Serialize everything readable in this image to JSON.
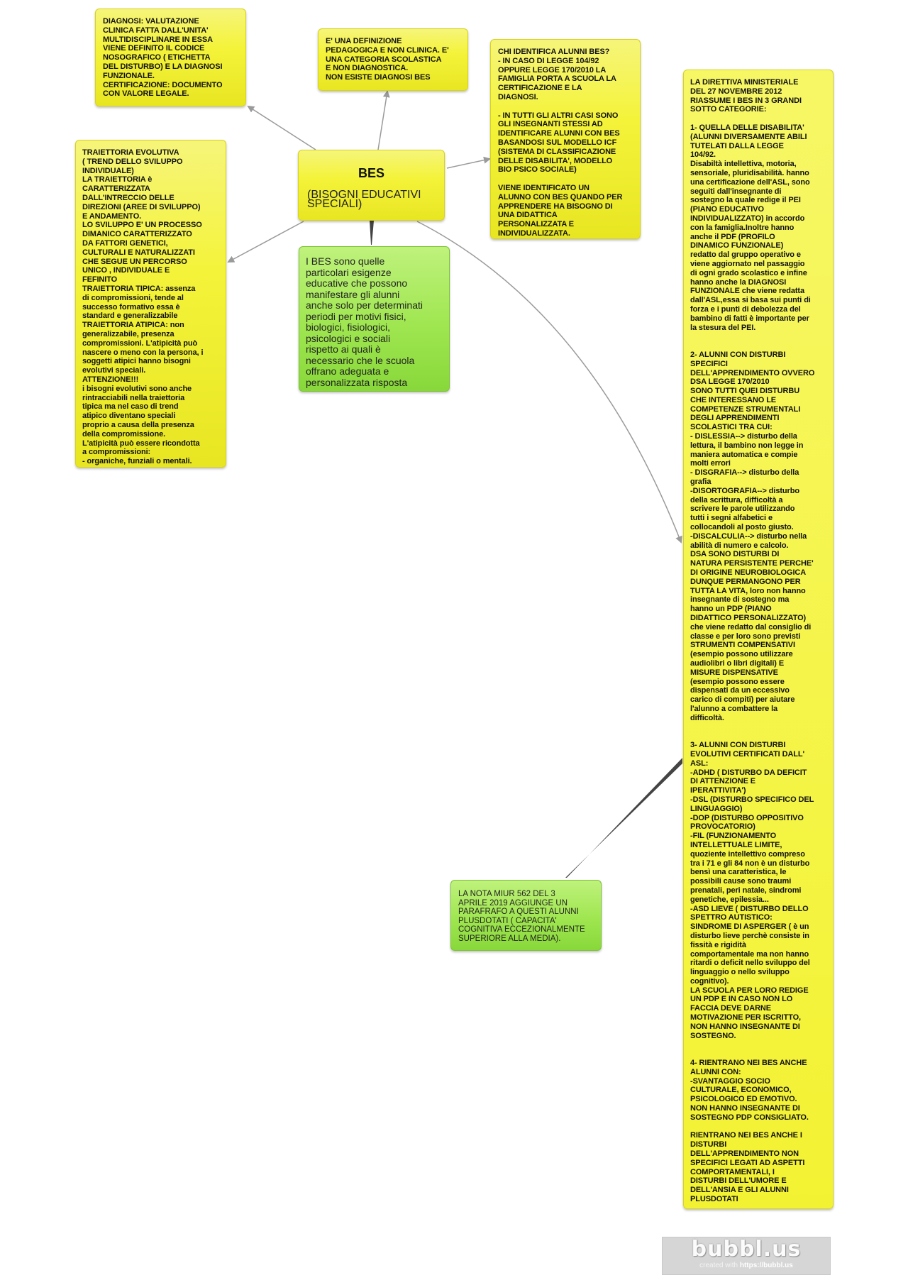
{
  "app": {
    "watermark_logo": "bubbl.us",
    "watermark_created": "created with",
    "watermark_url": "https://bubbl.us"
  },
  "colors": {
    "yellow_node": "#f4f33a",
    "green_node": "#9fe650",
    "link": "#9a9a9a",
    "link_dark": "#444444"
  },
  "nodes": {
    "central": {
      "title": "BES",
      "subtitle": "(BISOGNI EDUCATIVI\nSPECIALI)"
    },
    "diagnosi": {
      "text": "DIAGNOSI: VALUTAZIONE\nCLINICA FATTA DALL'UNITA'\nMULTIDISCIPLINARE  IN ESSA\nVIENE DEFINITO IL CODICE\nNOSOGRAFICO ( ETICHETTA\nDEL DISTURBO) E LA DIAGNOSI\nFUNZIONALE.\nCERTIFICAZIONE: DOCUMENTO\nCON VALORE LEGALE."
    },
    "definizione": {
      "text": "E' UNA DEFINIZIONE\nPEDAGOGICA E NON CLINICA. E'\nUNA CATEGORIA SCOLASTICA\nE NON DIAGNOSTICA.\nNON ESISTE DIAGNOSI BES"
    },
    "chi_identifica": {
      "text": "CHI IDENTIFICA ALUNNI BES?\n- IN CASO DI LEGGE 104/92\nOPPURE LEGGE 170/2010 LA\nFAMIGLIA PORTA A SCUOLA LA\nCERTIFICAZIONE E LA\nDIAGNOSI.\n\n- IN TUTTI GLI ALTRI CASI SONO\nGLI INSEGNANTI STESSI AD\nIDENTIFICARE ALUNNI CON BES\nBASANDOSI SUL MODELLO ICF\n(SISTEMA DI CLASSIFICAZIONE\nDELLE DISABILITA', MODELLO\nBIO PSICO SOCIALE)\n\nVIENE IDENTIFICATO UN\nALUNNO CON BES QUANDO PER\nAPPRENDERE HA BISOGNO DI\nUNA DIDATTICA\nPERSONALIZZATA E\nINDIVIDUALIZZATA."
    },
    "traiettoria": {
      "text": "TRAIETTORIA EVOLUTIVA\n( TREND DELLO SVILUPPO\nINDIVIDUALE)\nLA TRAIETTORIA  è\nCARATTERIZZATA\nDALL'INTRECCIO DELLE\nDIREZIONI (AREE DI SVILUPPO)\nE ANDAMENTO.\nLO SVILUPPO E' UN PROCESSO\nDIMANICO CARATTERIZZATO\nDA FATTORI GENETICI,\nCULTURALI E NATURALIZZATI\nCHE SEGUE UN PERCORSO\nUNICO , INDIVIDUALE E\nFEFINITO\nTRAIETTORIA TIPICA: assenza\ndi compromissioni, tende al\nsuccesso formativo essa è\nstandard e generalizzabile\nTRAIETTORIA ATIPICA: non\ngeneralizzabile, presenza\ncompromissioni. L'atipicità può\nnascere o meno con la persona, i\nsoggetti atipici hanno bisogni\nevolutivi speciali.\nATTENZIONE!!!\ni bisogni evolutivi sono anche\nrintracciabili nella traiettoria\ntipica ma nel caso di trend\natipico diventano speciali\nproprio a causa della presenza\ndella compromissione.\nL'atipicità può essere ricondotta\na compromissioni:\n- organiche, funziali o mentali."
    },
    "definizione_bes": {
      "text": "I BES sono quelle\nparticolari esigenze\neducative che possono\nmanifestare gli alunni\nanche solo per determinati\nperiodi per motivi fisici,\nbiologici, fisiologici,\npsicologici e sociali\nrispetto ai quali è\nnecessario che le scuola\noffrano adeguata e\npersonalizzata risposta"
    },
    "direttiva": {
      "text": "LA DIRETTIVA MINISTERIALE\nDEL 27 NOVEMBRE 2012\nRIASSUME I BES IN 3 GRANDI\nSOTTO CATEGORIE:\n\n1- QUELLA DELLE DISABILITA'\n(ALUNNI DIVERSAMENTE ABILI\nTUTELATI DALLA LEGGE\n104/92.\nDisabiltà intellettiva, motoria,\nsensoriale, pluridisabilità. hanno\nuna certificazione dell'ASL, sono\nseguiti dall'insegnante di\nsostegno la quale redige il PEI\n(PIANO EDUCATIVO\nINDIVIDUALIZZATO) in accordo\ncon la famiglia.Inoltre hanno\nanche il PDF (PROFILO\nDINAMICO FUNZIONALE)\nredatto dal gruppo operativo e\nviene aggiornato nel passaggio\ndi ogni grado scolastico e infine\nhanno anche la DIAGNOSI\nFUNZIONALE che viene redatta\ndall'ASL,essa si basa sui punti di\nforza e i punti di debolezza del\nbambino di fatti è importante per\nla stesura del PEI.\n\n\n2- ALUNNI CON DISTURBI\nSPECIFICI\nDELL'APPRENDIMENTO OVVERO\nDSA LEGGE 170/2010\nSONO TUTTI QUEI DISTURBU\nCHE INTERESSANO LE\nCOMPETENZE STRUMENTALI\nDEGLI APPRENDIMENTI\nSCOLASTICI TRA CUI:\n- DISLESSIA--> disturbo della\nlettura, il bambino non legge in\nmaniera automatica e compie\nmolti errori\n- DISGRAFIA--> disturbo della\ngrafia\n-DISORTOGRAFIA--> disturbo\ndella scrittura, difficoltà a\nscrivere le parole utilizzando\ntutti i segni alfabetici e\ncollocandoli al posto giusto.\n-DISCALCULIA--> disturbo nella\nabilità di numero e calcolo.\nDSA SONO DISTURBI DI\nNATURA PERSISTENTE PERCHE'\nDI ORIGINE NEUROBIOLOGICA\nDUNQUE PERMANGONO PER\nTUTTA LA VITA, loro non hanno\ninsegnante di sostegno ma\nhanno un PDP (PIANO\nDIDATTICO PERSONALIZZATO)\nche viene redatto dal consiglio di\nclasse e per loro sono previsti\nSTRUMENTI COMPENSATIVI\n(esempio possono utilizzare\naudiolibri o libri digitali)  E\nMISURE DISPENSATIVE\n(esempio possono essere\ndispensati da un eccessivo\ncarico di compiti) per aiutare\nl'alunno a combattere la\ndifficoltà.\n\n\n3- ALUNNI CON DISTURBI\nEVOLUTIVI CERTIFICATI DALL'\nASL:\n-ADHD ( DISTURBO DA DEFICIT\nDI ATTENZIONE E\nIPERATTIVITA')\n-DSL (DISTURBO SPECIFICO DEL\nLINGUAGGIO)\n-DOP (DISTURBO OPPOSITIVO\nPROVOCATORIO)\n-FIL (FUNZIONAMENTO\nINTELLETTUALE LIMITE,\nquoziente intellettivo compreso\ntra i 71 e gli 84 non è un disturbo\nbensì una caratteristica, le\npossibili cause sono traumi\nprenatali, peri natale, sindromi\ngenetiche, epilessia...\n-ASD LIEVE  ( DISTURBO DELLO\nSPETTRO AUTISTICO:\nSINDROME DI ASPERGER ( è un\ndisturbo lieve perchè consiste in\nfissità e rigidità\ncomportamentale ma non hanno\nritardi o deficit nello sviluppo del\nlinguaggio o nello sviluppo\ncognitivo).\nLA SCUOLA PER LORO REDIGE\nUN PDP E IN CASO NON LO\nFACCIA DEVE DARNE\nMOTIVAZIONE PER ISCRITTO,\nNON HANNO INSEGNANTE DI\nSOSTEGNO.\n\n\n4- RIENTRANO NEI BES ANCHE\nALUNNI CON:\n-SVANTAGGIO SOCIO\nCULTURALE, ECONOMICO,\nPSICOLOGICO ED EMOTIVO.\nNON HANNO INSEGNANTE DI\nSOSTEGNO PDP CONSIGLIATO.\n\nRIENTRANO NEI BES ANCHE I\nDISTURBI\nDELL'APPRENDIMENTO NON\nSPECIFICI LEGATI AD ASPETTI\nCOMPORTAMENTALI, I\nDISTURBI DELL'UMORE E\nDELL'ANSIA E GLI ALUNNI\nPLUSDOTATI"
    },
    "nota_miur": {
      "text": "LA NOTA MIUR 562 DEL 3\nAPRILE 2019 AGGIUNGE UN\nPARAFRAFO A QUESTI ALUNNI\nPLUSDOTATI ( CAPACITA'\nCOGNITIVA ECCEZIONALMENTE\nSUPERIORE ALLA MEDIA)."
    }
  }
}
